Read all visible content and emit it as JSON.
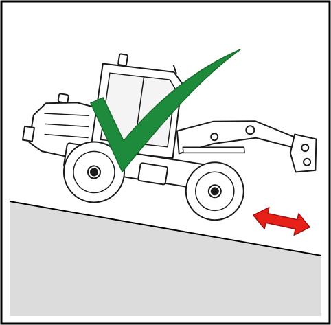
{
  "diagram": {
    "subject": "wheel-loader-on-slope",
    "verdict": "correct",
    "verdict_icon": "checkmark-icon",
    "movement_icon": "double-arrow-icon",
    "movement_direction": "parallel-to-slope",
    "colors": {
      "border": "#000000",
      "background": "#ffffff",
      "ground": "#dcdcdc",
      "machine_line": "#1a1a1a",
      "checkmark": "#1e8a3c",
      "arrow": "#e8201a"
    }
  }
}
